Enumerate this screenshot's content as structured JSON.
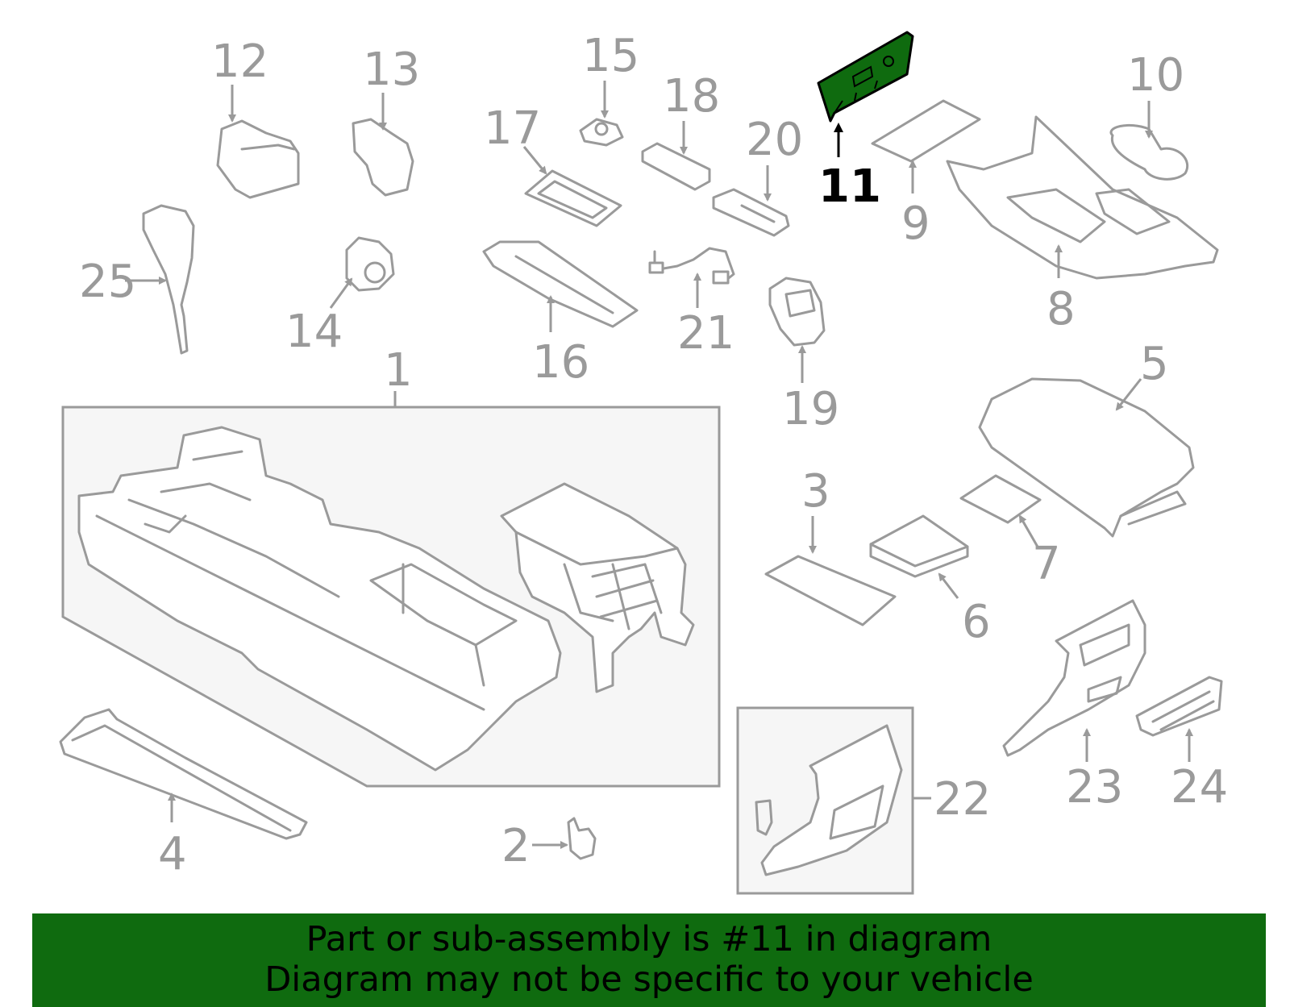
{
  "colors": {
    "highlight_fill": "#0f6b0f",
    "part_stroke": "#9a9a9a",
    "box_fill": "#f6f6f6",
    "highlight_label": "#000000"
  },
  "labels": {
    "p1": "1",
    "p2": "2",
    "p3": "3",
    "p4": "4",
    "p5": "5",
    "p6": "6",
    "p7": "7",
    "p8": "8",
    "p9": "9",
    "p10": "10",
    "p11": "11",
    "p12": "12",
    "p13": "13",
    "p14": "14",
    "p15": "15",
    "p16": "16",
    "p17": "17",
    "p18": "18",
    "p19": "19",
    "p20": "20",
    "p21": "21",
    "p22": "22",
    "p23": "23",
    "p24": "24",
    "p25": "25"
  },
  "highlighted_part": "11",
  "banner": {
    "line1": "Part or sub-assembly is #11 in diagram",
    "line2": "Diagram may not be specific to your vehicle"
  }
}
